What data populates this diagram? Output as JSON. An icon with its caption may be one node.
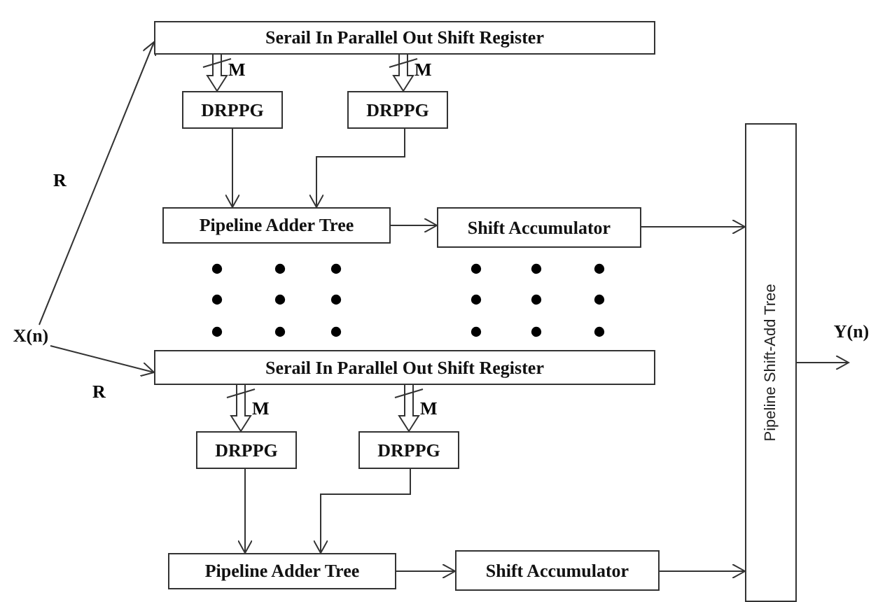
{
  "diagram": {
    "nodes": [
      {
        "text": [
          "Serail In Parallel Out Shift Register"
        ]
      },
      {
        "text": [
          "DRPPG"
        ]
      },
      {
        "text": [
          "DRPPG"
        ]
      },
      {
        "text": [
          "Pipeline Adder Tree"
        ]
      },
      {
        "text": [
          "Shift Accumulator"
        ]
      },
      {
        "text": [
          "Pipeline Shift-Add Tree"
        ]
      },
      {
        "text": [
          "X(n)"
        ]
      },
      {
        "text": [
          "Serail In Parallel Out Shift Register"
        ]
      },
      {
        "text": [
          "DRPPG"
        ]
      },
      {
        "text": [
          "DRPPG"
        ]
      },
      {
        "text": [
          "Pipeline Adder Tree"
        ]
      },
      {
        "text": [
          "Shift Accumulator"
        ]
      },
      {
        "text": [
          "Y(n)"
        ]
      }
    ],
    "edges": [
      {
        "from": 6,
        "to": 0,
        "arrow": "to",
        "label": "R"
      },
      {
        "from": 6,
        "to": 7,
        "arrow": "to",
        "label": "R"
      },
      {
        "from": 0,
        "to": 1,
        "arrow": "to",
        "label": "M",
        "style": "thick"
      },
      {
        "from": 0,
        "to": 2,
        "arrow": "to",
        "label": "M",
        "style": "thick"
      },
      {
        "from": 1,
        "to": 3,
        "arrow": "to"
      },
      {
        "from": 2,
        "to": 3,
        "arrow": "to"
      },
      {
        "from": 3,
        "to": 4,
        "arrow": "to"
      },
      {
        "from": 4,
        "to": 5,
        "arrow": "to"
      },
      {
        "from": 7,
        "to": 8,
        "arrow": "to",
        "label": "M",
        "style": "thick"
      },
      {
        "from": 7,
        "to": 9,
        "arrow": "to",
        "label": "M",
        "style": "thick"
      },
      {
        "from": 8,
        "to": 10,
        "arrow": "to"
      },
      {
        "from": 9,
        "to": 10,
        "arrow": "to"
      },
      {
        "from": 10,
        "to": 11,
        "arrow": "to"
      },
      {
        "from": 11,
        "to": 5,
        "arrow": "to"
      },
      {
        "from": 5,
        "to": 12,
        "arrow": "to"
      }
    ]
  }
}
